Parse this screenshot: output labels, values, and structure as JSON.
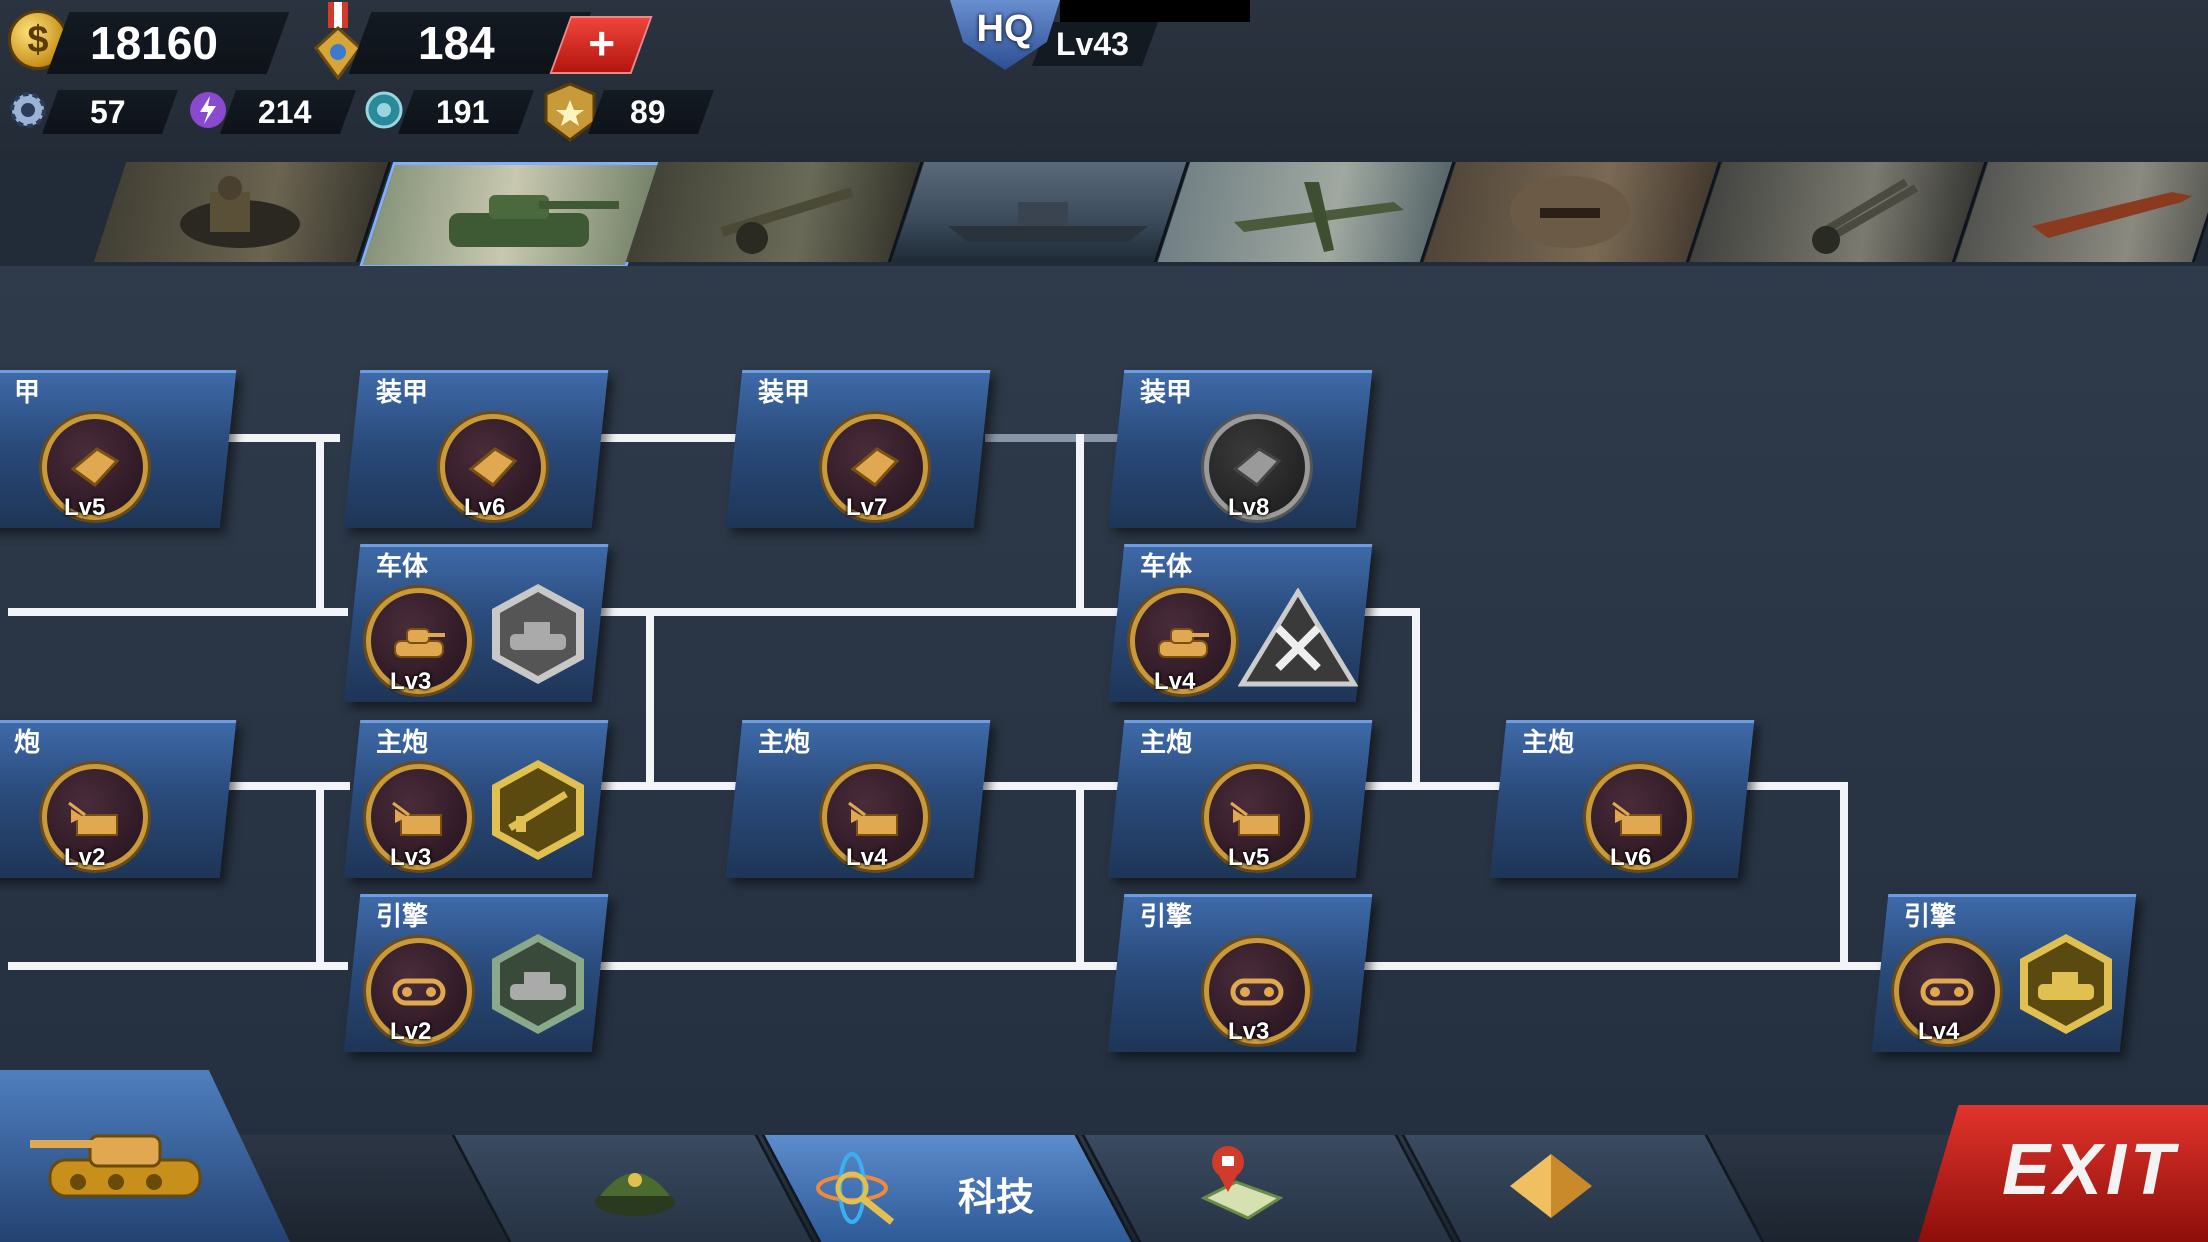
{
  "resources": {
    "gold": "18160",
    "medals": "184",
    "gears": "57",
    "energy": "214",
    "parts": "191",
    "badges": "89"
  },
  "hq": {
    "badge": "HQ",
    "level": "Lv43"
  },
  "categories": [
    "infantry",
    "tank",
    "artillery",
    "warship",
    "aircraft",
    "bunker",
    "anti-air",
    "missile"
  ],
  "nodes": [
    {
      "title": "甲",
      "level": "Lv5"
    },
    {
      "title": "装甲",
      "level": "Lv6"
    },
    {
      "title": "装甲",
      "level": "Lv7"
    },
    {
      "title": "装甲",
      "level": "Lv8"
    },
    {
      "title": "车体",
      "level": "Lv3"
    },
    {
      "title": "车体",
      "level": "Lv4"
    },
    {
      "title": "炮",
      "level": "Lv2"
    },
    {
      "title": "主炮",
      "level": "Lv3"
    },
    {
      "title": "主炮",
      "level": "Lv4"
    },
    {
      "title": "主炮",
      "level": "Lv5"
    },
    {
      "title": "主炮",
      "level": "Lv6"
    },
    {
      "title": "引擎",
      "level": "Lv2"
    },
    {
      "title": "引擎",
      "level": "Lv3"
    },
    {
      "title": "引擎",
      "level": "Lv4"
    }
  ],
  "bottom_nav": {
    "tech_label": "科技",
    "exit_label": "EXIT"
  },
  "colors": {
    "accent": "#3e6aa8",
    "gold": "#c89a3a",
    "exit": "#e2342c"
  }
}
